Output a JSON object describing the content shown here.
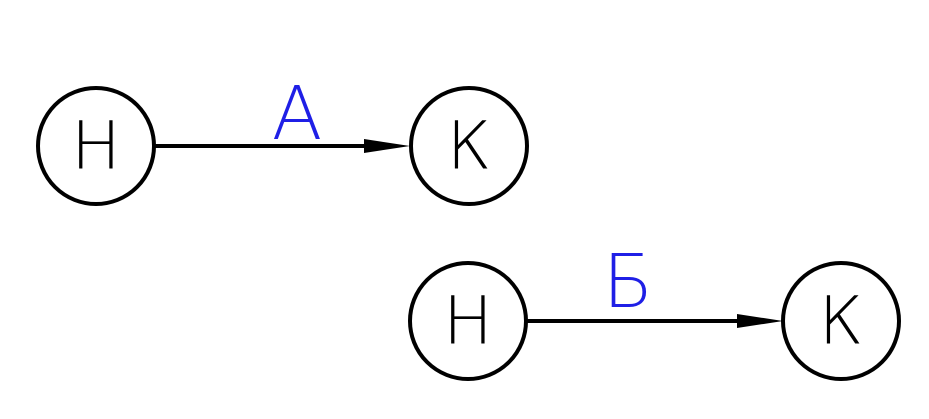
{
  "colors": {
    "stroke": "#000000",
    "label": "#1f1fe6",
    "background": "#ffffff"
  },
  "diagram": {
    "edges": [
      {
        "label": "А",
        "start_node": "Н",
        "end_node": "К"
      },
      {
        "label": "Б",
        "start_node": "Н",
        "end_node": "К"
      }
    ]
  }
}
